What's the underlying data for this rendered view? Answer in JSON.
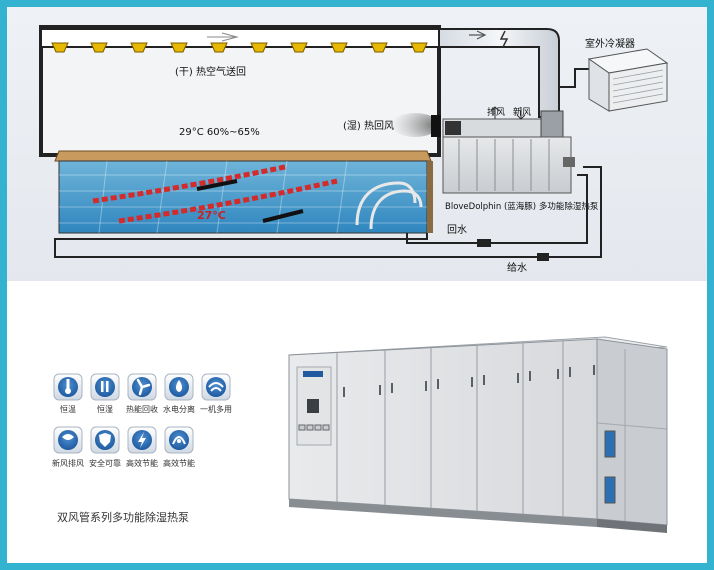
{
  "diagram": {
    "supply_air_label": "(干) 热空气送回",
    "conditions_label": "29°C 60%~65%",
    "return_air_label": "(湿) 热回风",
    "water_temp_label": "27°C",
    "exhaust_label": "排风",
    "fresh_air_label": "新风",
    "condenser_label": "室外冷凝器",
    "unit_label": "BloveDolphin (蓝海豚) 多功能除湿热泵",
    "return_water_label": "回水",
    "supply_water_label": "给水"
  },
  "features": [
    {
      "label": "恒温",
      "icon": "thermometer-icon"
    },
    {
      "label": "恒湿",
      "icon": "humidity-icon"
    },
    {
      "label": "热能回收",
      "icon": "fan-recovery-icon"
    },
    {
      "label": "水电分离",
      "icon": "water-electric-icon"
    },
    {
      "label": "一机多用",
      "icon": "multi-use-icon"
    },
    {
      "label": "新风排风",
      "icon": "fresh-air-icon"
    },
    {
      "label": "安全可靠",
      "icon": "safety-icon"
    },
    {
      "label": "高效节能",
      "icon": "energy-icon"
    },
    {
      "label": "高效节能",
      "icon": "energy-icon-2"
    }
  ],
  "product_caption": "双风管系列多功能除湿热泵",
  "colors": {
    "frame": "#33b3d0",
    "duct": "#1a1a1a",
    "icon_blue": "#2c6fb3",
    "water_red": "#cc1f1f"
  }
}
